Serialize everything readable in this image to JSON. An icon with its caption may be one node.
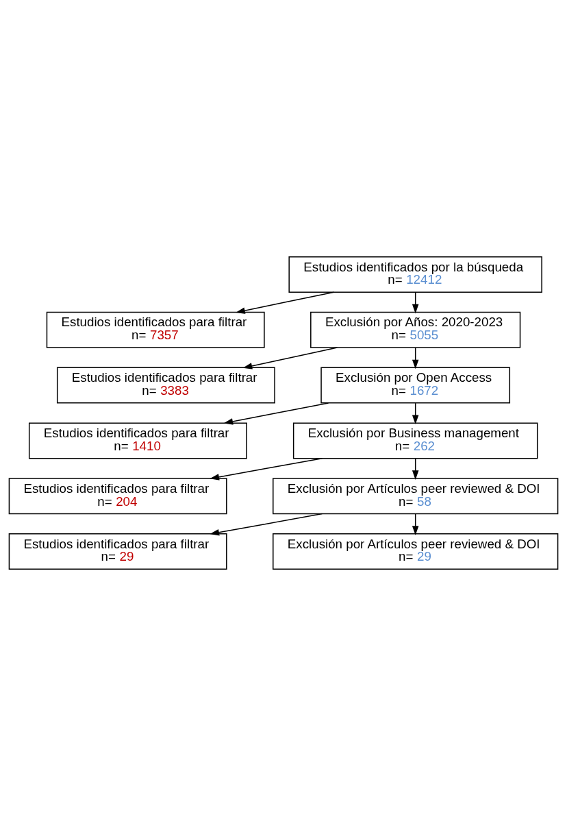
{
  "diagram": {
    "nodes": [
      {
        "text": [
          "Estudios identificados por la búsqueda",
          "n= 12412"
        ]
      },
      {
        "text": [
          "Estudios identificados para filtrar",
          "n= 7357"
        ]
      },
      {
        "text": [
          "Exclusión por Años: 2020-2023",
          "n= 5055"
        ]
      },
      {
        "text": [
          "Estudios identificados para filtrar",
          "n= 3383"
        ]
      },
      {
        "text": [
          "Exclusión por Open Access",
          "n= 1672"
        ]
      },
      {
        "text": [
          "Estudios identificados para filtrar",
          "n= 1410"
        ]
      },
      {
        "text": [
          "Exclusión por Business management",
          "n= 262"
        ]
      },
      {
        "text": [
          "Estudios identificados para filtrar",
          "n= 204"
        ]
      },
      {
        "text": [
          "Exclusión por Artículos peer reviewed & DOI",
          "n= 58"
        ]
      },
      {
        "text": [
          "Estudios identificados para filtrar",
          "n= 29"
        ]
      },
      {
        "text": [
          "Exclusión por Artículos peer reviewed & DOI",
          "n= 29"
        ]
      }
    ],
    "edges": [
      {
        "from": 0,
        "to": 2,
        "arrow": "to"
      },
      {
        "from": 0,
        "to": 1,
        "arrow": "to"
      },
      {
        "from": 2,
        "to": 4,
        "arrow": "to"
      },
      {
        "from": 2,
        "to": 3,
        "arrow": "to"
      },
      {
        "from": 4,
        "to": 6,
        "arrow": "to"
      },
      {
        "from": 4,
        "to": 5,
        "arrow": "to"
      },
      {
        "from": 6,
        "to": 8,
        "arrow": "to"
      },
      {
        "from": 6,
        "to": 7,
        "arrow": "to"
      },
      {
        "from": 8,
        "to": 10,
        "arrow": "to"
      },
      {
        "from": 8,
        "to": 9,
        "arrow": "to"
      }
    ]
  }
}
